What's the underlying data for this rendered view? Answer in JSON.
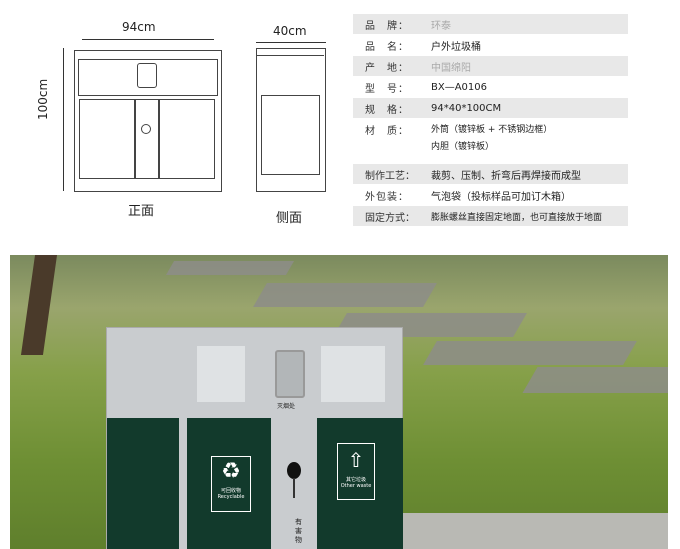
{
  "drawing": {
    "width_label": "94cm",
    "height_label": "100cm",
    "depth_label": "40cm",
    "front_caption": "正面",
    "side_caption": "侧面"
  },
  "specs": [
    {
      "key": "品　牌：",
      "value": "环泰"
    },
    {
      "key": "品　名：",
      "value": "户外垃圾桶"
    },
    {
      "key": "产　地：",
      "value": "中国绵阳"
    },
    {
      "key": "型　号：",
      "value": "BX—A0106"
    },
    {
      "key": "规　格：",
      "value": "94*40*100CM"
    },
    {
      "key": "材　质：",
      "value": "外筒（镀锌板 + 不锈钢边框）",
      "value2": "内胆（镀锌板）"
    },
    {
      "key": "制作工艺：",
      "value": "裁剪、压制、折弯后再焊接而成型"
    },
    {
      "key": "外包装：",
      "value": "气泡袋（投标样品可加订木箱）"
    },
    {
      "key": "固定方式：",
      "value": "膨胀螺丝直接固定地面，也可直接放于地面"
    }
  ],
  "photo": {
    "ashtray_label": "灭烟处",
    "recyclable_cn": "可回收物",
    "recyclable_en": "Recyclable",
    "other_cn": "其它垃圾",
    "other_en": "Other waste",
    "harmful": "有害物"
  }
}
